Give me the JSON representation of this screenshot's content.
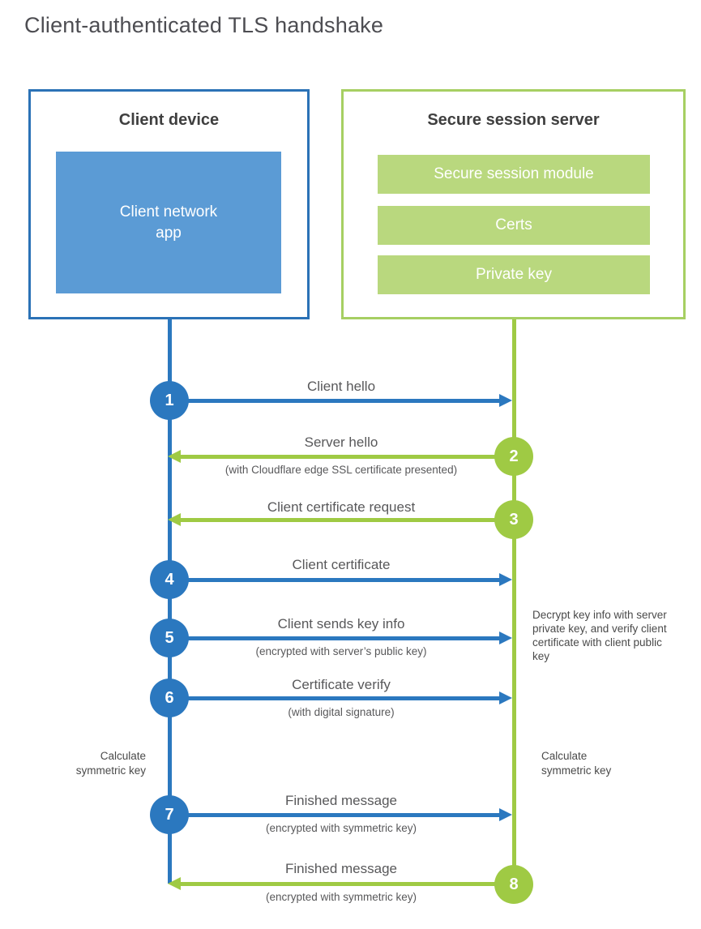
{
  "title": "Client-authenticated TLS handshake",
  "colors": {
    "blue_accent": "#2b78bf",
    "blue_border": "#2b72b6",
    "blue_fill": "#5b9bd5",
    "green_accent": "#9fca44",
    "green_border": "#a6cf62",
    "green_fill": "#b9d87e",
    "text_dark": "#3f3f3f",
    "text_gray": "#58585a"
  },
  "client_box": {
    "title": "Client device",
    "app_label": "Client network\napp"
  },
  "server_box": {
    "title": "Secure session server",
    "modules": [
      {
        "label": "Secure session module"
      },
      {
        "label": "Certs"
      },
      {
        "label": "Private key"
      }
    ]
  },
  "steps": [
    {
      "num": "1",
      "label": "Client hello",
      "sub": "",
      "direction": "right",
      "color": "blue"
    },
    {
      "num": "2",
      "label": "Server hello",
      "sub": "(with Cloudflare edge SSL certificate presented)",
      "direction": "left",
      "color": "green"
    },
    {
      "num": "3",
      "label": "Client certificate request",
      "sub": "",
      "direction": "left",
      "color": "green"
    },
    {
      "num": "4",
      "label": "Client certificate",
      "sub": "",
      "direction": "right",
      "color": "blue"
    },
    {
      "num": "5",
      "label": "Client sends key info",
      "sub": "(encrypted with server’s public key)",
      "direction": "right",
      "color": "blue"
    },
    {
      "num": "6",
      "label": "Certificate verify",
      "sub": "(with digital signature)",
      "direction": "right",
      "color": "blue"
    },
    {
      "num": "7",
      "label": "Finished message",
      "sub": "(encrypted with symmetric key)",
      "direction": "right",
      "color": "blue"
    },
    {
      "num": "8",
      "label": "Finished message",
      "sub": "(encrypted with symmetric key)",
      "direction": "left",
      "color": "green"
    }
  ],
  "annotations": {
    "calc_left": "Calculate\nsymmetric key",
    "calc_right": "Calculate\nsymmetric key",
    "server_note": "Decrypt key info with server private key, and verify client certificate with client public key"
  }
}
